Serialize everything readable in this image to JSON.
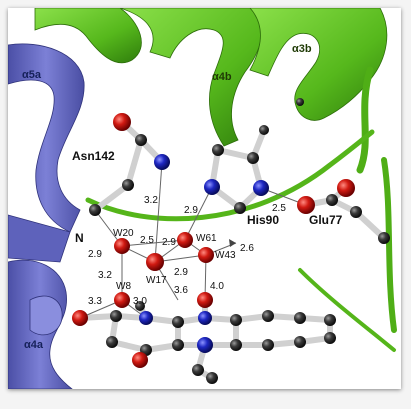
{
  "figure": {
    "helix_labels": {
      "a5a": "α5a",
      "a4a": "α4a",
      "a4b": "α4b",
      "a3b": "α3b"
    },
    "residues": {
      "asn142": "Asn142",
      "his90": "His90",
      "glu77": "Glu77",
      "n": "N"
    },
    "waters": {
      "w20": "W20",
      "w61": "W61",
      "w43": "W43",
      "w17": "W17",
      "w8": "W8"
    },
    "distances": {
      "d1": "3.2",
      "d2": "2.9",
      "d3": "2.5",
      "d4": "2.9",
      "d5": "2.5",
      "d6": "2.6",
      "d7": "3.2",
      "d8": "2.9",
      "d9": "3.6",
      "d10": "4.0",
      "d11": "3.3",
      "d12": "3.0",
      "d13": "2.9"
    },
    "colors": {
      "green_ribbon": "#5cbf1f",
      "blue_ribbon": "#6c6fc2",
      "oxygen": "#c4120e",
      "nitrogen": "#1b23b8",
      "carbon": "#3b3b3b",
      "bond": "#cfcfcf"
    }
  }
}
